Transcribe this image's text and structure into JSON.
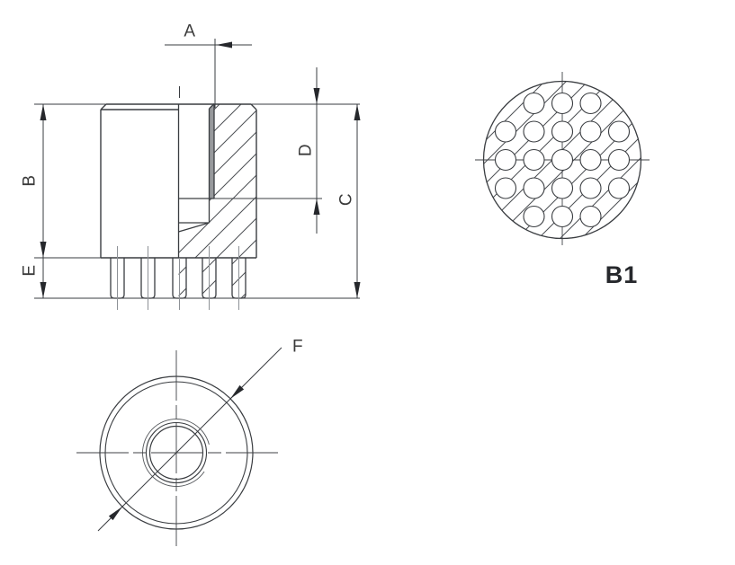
{
  "page": {
    "type": "engineering-drawing",
    "background": "#ffffff"
  },
  "labels": {
    "dim_a": "A",
    "dim_b": "B",
    "dim_c": "C",
    "dim_d": "D",
    "dim_e": "E",
    "dim_f": "F",
    "section": "B1"
  },
  "front_view": {
    "description": "half-section view of threaded insert with bottom pins",
    "dimension_labels": [
      "A",
      "B",
      "C",
      "D",
      "E"
    ],
    "pin_count": 5,
    "hatched": true
  },
  "section_view": {
    "label": "B1",
    "hole_rows": [
      3,
      5,
      5,
      5,
      3
    ],
    "hole_count": 21,
    "hatched": true
  },
  "bottom_view": {
    "dimension_label": "F",
    "circle_count": 5,
    "thread_arc": "partial"
  },
  "colors": {
    "line": "#3a3d41",
    "centerline": "#8d9196",
    "hatch": "#4b4e53",
    "thread_fill": "#97999c",
    "text": "#3a3a3a",
    "section_text": "#26282c",
    "background": "#ffffff"
  }
}
